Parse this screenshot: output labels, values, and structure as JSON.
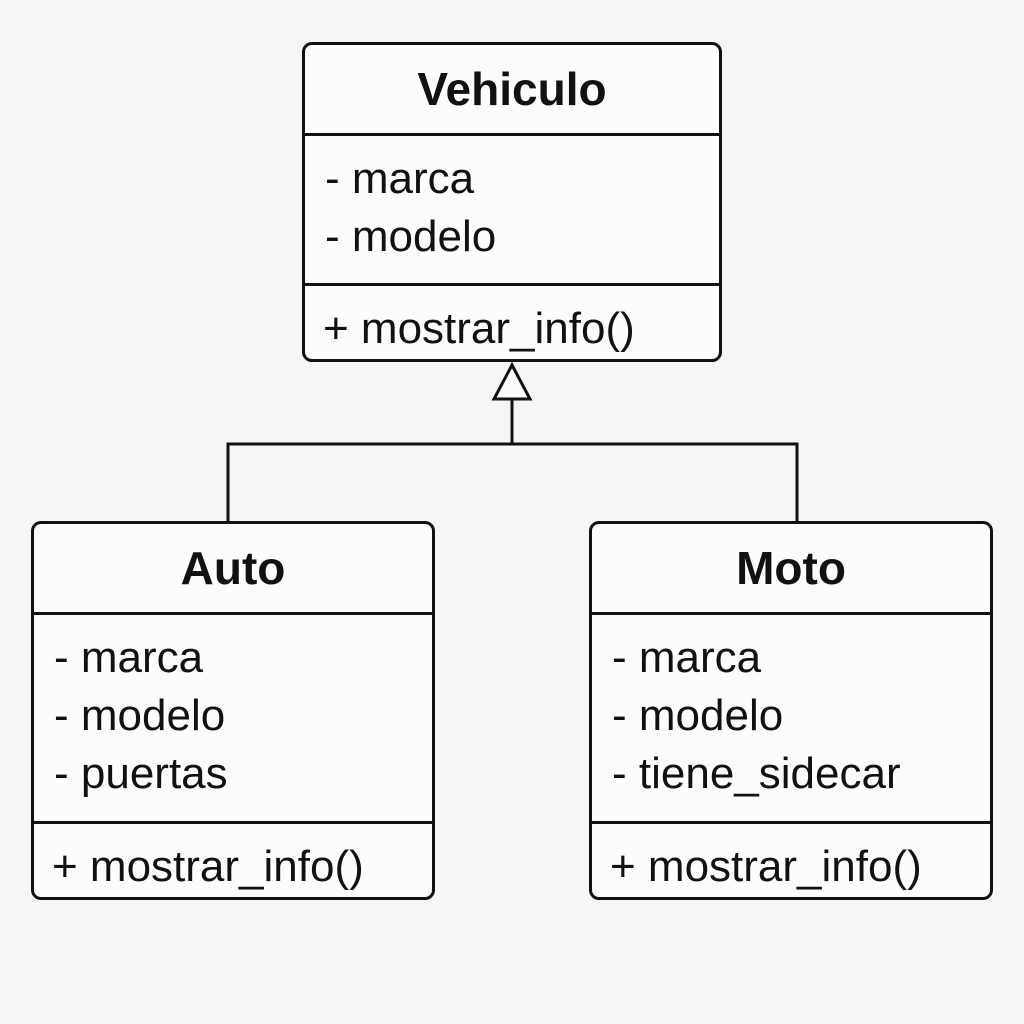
{
  "diagram": {
    "type": "uml-class-diagram",
    "colors": {
      "background": "#f6f6f6",
      "box_fill": "#fcfcfc",
      "stroke": "#111111"
    },
    "classes": [
      {
        "name": "Vehiculo",
        "attributes": [
          "- marca",
          "- modelo"
        ],
        "methods": [
          "+ mostrar_info()"
        ]
      },
      {
        "name": "Auto",
        "attributes": [
          "- marca",
          "- modelo",
          "- puertas"
        ],
        "methods": [
          "+ mostrar_info()"
        ]
      },
      {
        "name": "Moto",
        "attributes": [
          "- marca",
          "- modelo",
          "- tiene_sidecar"
        ],
        "methods": [
          "+ mostrar_info()"
        ]
      }
    ],
    "relationships": [
      {
        "type": "generalization",
        "from": "Auto",
        "to": "Vehiculo"
      },
      {
        "type": "generalization",
        "from": "Moto",
        "to": "Vehiculo"
      }
    ]
  }
}
